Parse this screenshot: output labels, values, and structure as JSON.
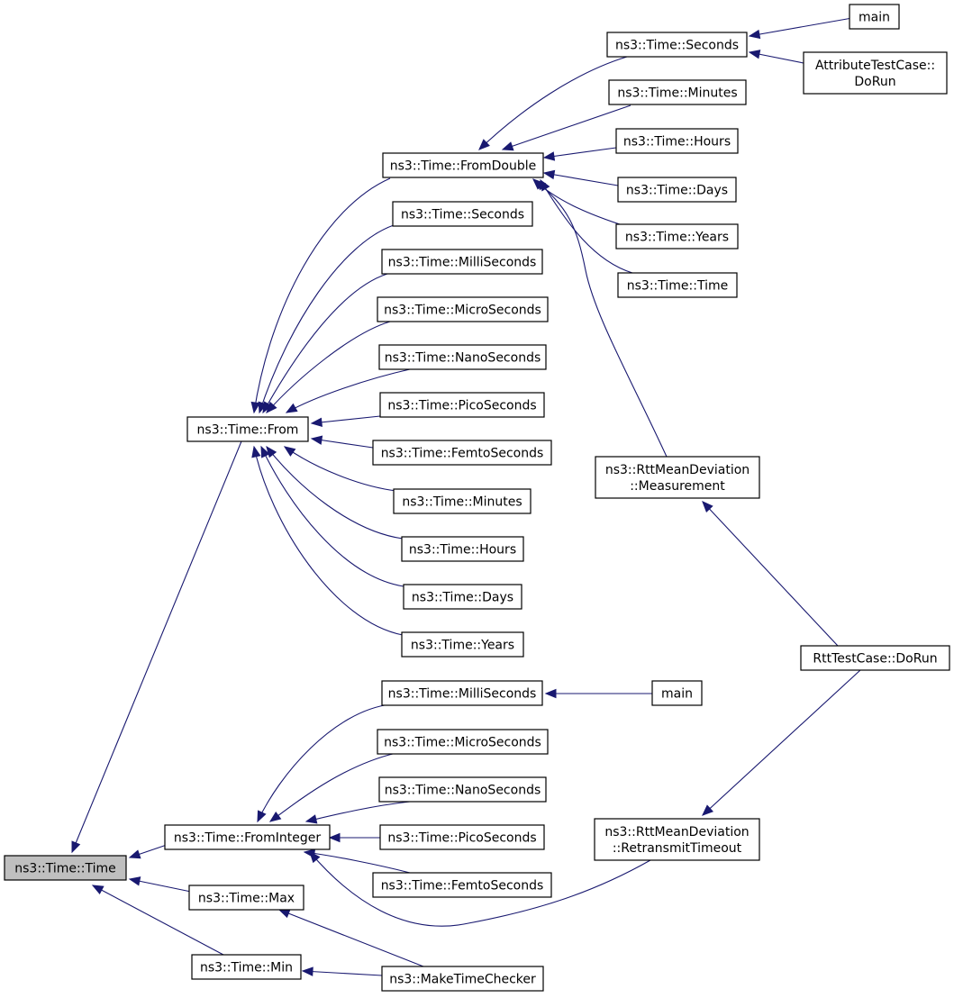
{
  "colors": {
    "edge": "#191970",
    "node_border": "#000000",
    "root_fill": "#bfbfbf",
    "node_fill": "#ffffff"
  },
  "nodes": [
    {
      "id": "time_time",
      "lines": [
        "ns3::Time::Time"
      ],
      "root": true
    },
    {
      "id": "from",
      "lines": [
        "ns3::Time::From"
      ]
    },
    {
      "id": "from_integer",
      "lines": [
        "ns3::Time::FromInteger"
      ]
    },
    {
      "id": "max",
      "lines": [
        "ns3::Time::Max"
      ]
    },
    {
      "id": "min",
      "lines": [
        "ns3::Time::Min"
      ]
    },
    {
      "id": "from_double",
      "lines": [
        "ns3::Time::FromDouble"
      ]
    },
    {
      "id": "from_seconds",
      "lines": [
        "ns3::Time::Seconds"
      ]
    },
    {
      "id": "from_milli",
      "lines": [
        "ns3::Time::MilliSeconds"
      ]
    },
    {
      "id": "from_micro",
      "lines": [
        "ns3::Time::MicroSeconds"
      ]
    },
    {
      "id": "from_nano",
      "lines": [
        "ns3::Time::NanoSeconds"
      ]
    },
    {
      "id": "from_pico",
      "lines": [
        "ns3::Time::PicoSeconds"
      ]
    },
    {
      "id": "from_femto",
      "lines": [
        "ns3::Time::FemtoSeconds"
      ]
    },
    {
      "id": "from_minutes",
      "lines": [
        "ns3::Time::Minutes"
      ]
    },
    {
      "id": "from_hours",
      "lines": [
        "ns3::Time::Hours"
      ]
    },
    {
      "id": "from_days",
      "lines": [
        "ns3::Time::Days"
      ]
    },
    {
      "id": "from_years",
      "lines": [
        "ns3::Time::Years"
      ]
    },
    {
      "id": "fd_seconds",
      "lines": [
        "ns3::Time::Seconds"
      ]
    },
    {
      "id": "fd_minutes",
      "lines": [
        "ns3::Time::Minutes"
      ]
    },
    {
      "id": "fd_hours",
      "lines": [
        "ns3::Time::Hours"
      ]
    },
    {
      "id": "fd_days",
      "lines": [
        "ns3::Time::Days"
      ]
    },
    {
      "id": "fd_years",
      "lines": [
        "ns3::Time::Years"
      ]
    },
    {
      "id": "fd_time",
      "lines": [
        "ns3::Time::Time"
      ]
    },
    {
      "id": "main_top",
      "lines": [
        "main"
      ]
    },
    {
      "id": "attr_dorun",
      "lines": [
        "AttributeTestCase::",
        "DoRun"
      ]
    },
    {
      "id": "rtt_measure",
      "lines": [
        "ns3::RttMeanDeviation",
        "::Measurement"
      ]
    },
    {
      "id": "rtt_dorun",
      "lines": [
        "RttTestCase::DoRun"
      ]
    },
    {
      "id": "fi_milli",
      "lines": [
        "ns3::Time::MilliSeconds"
      ]
    },
    {
      "id": "fi_micro",
      "lines": [
        "ns3::Time::MicroSeconds"
      ]
    },
    {
      "id": "fi_nano",
      "lines": [
        "ns3::Time::NanoSeconds"
      ]
    },
    {
      "id": "fi_pico",
      "lines": [
        "ns3::Time::PicoSeconds"
      ]
    },
    {
      "id": "fi_femto",
      "lines": [
        "ns3::Time::FemtoSeconds"
      ]
    },
    {
      "id": "main_mid",
      "lines": [
        "main"
      ]
    },
    {
      "id": "rtt_retx",
      "lines": [
        "ns3::RttMeanDeviation",
        "::RetransmitTimeout"
      ]
    },
    {
      "id": "make_checker",
      "lines": [
        "ns3::MakeTimeChecker"
      ]
    }
  ],
  "edges": [
    [
      "from",
      "time_time"
    ],
    [
      "from_integer",
      "time_time"
    ],
    [
      "max",
      "time_time"
    ],
    [
      "min",
      "time_time"
    ],
    [
      "from_double",
      "from"
    ],
    [
      "from_seconds",
      "from"
    ],
    [
      "from_milli",
      "from"
    ],
    [
      "from_micro",
      "from"
    ],
    [
      "from_nano",
      "from"
    ],
    [
      "from_pico",
      "from"
    ],
    [
      "from_femto",
      "from"
    ],
    [
      "from_minutes",
      "from"
    ],
    [
      "from_hours",
      "from"
    ],
    [
      "from_days",
      "from"
    ],
    [
      "from_years",
      "from"
    ],
    [
      "fd_seconds",
      "from_double"
    ],
    [
      "fd_minutes",
      "from_double"
    ],
    [
      "fd_hours",
      "from_double"
    ],
    [
      "fd_days",
      "from_double"
    ],
    [
      "fd_years",
      "from_double"
    ],
    [
      "fd_time",
      "from_double"
    ],
    [
      "rtt_measure",
      "from_double"
    ],
    [
      "main_top",
      "fd_seconds"
    ],
    [
      "attr_dorun",
      "fd_seconds"
    ],
    [
      "rtt_dorun",
      "rtt_measure"
    ],
    [
      "rtt_dorun",
      "rtt_retx"
    ],
    [
      "fi_milli",
      "from_integer"
    ],
    [
      "fi_micro",
      "from_integer"
    ],
    [
      "fi_nano",
      "from_integer"
    ],
    [
      "fi_pico",
      "from_integer"
    ],
    [
      "fi_femto",
      "from_integer"
    ],
    [
      "rtt_retx",
      "from_integer"
    ],
    [
      "main_mid",
      "fi_milli"
    ],
    [
      "make_checker",
      "max"
    ],
    [
      "make_checker",
      "min"
    ]
  ]
}
